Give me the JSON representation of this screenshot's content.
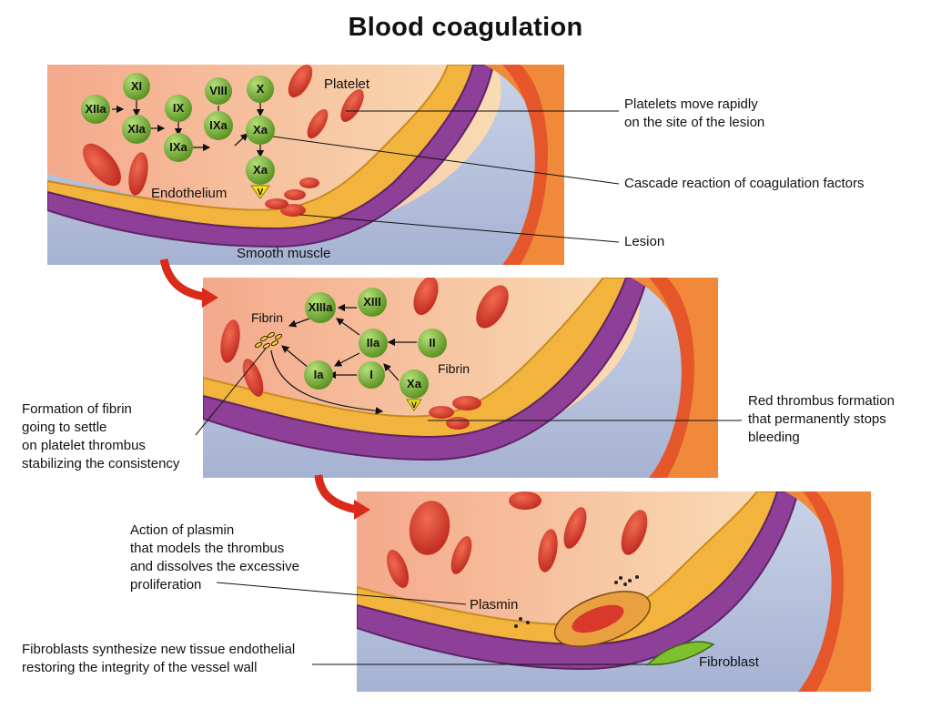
{
  "title": "Blood coagulation",
  "panel1": {
    "factors": [
      "XIIa",
      "XI",
      "XIa",
      "IX",
      "IXa",
      "VIII",
      "IXa",
      "X",
      "Xa",
      "Xa"
    ],
    "cofactor": "V",
    "labels": {
      "platelet": "Platelet",
      "endothelium": "Endothelium",
      "smooth_muscle": "Smooth muscle"
    },
    "callouts": [
      [
        "Platelets move rapidly",
        "on the site of the lesion"
      ],
      [
        "Cascade reaction of coagulation factors"
      ],
      [
        "Lesion"
      ]
    ]
  },
  "panel2": {
    "factors": [
      "XIIIa",
      "XIII",
      "IIa",
      "II",
      "Ia",
      "I",
      "Xa"
    ],
    "cofactor": "V",
    "labels": {
      "fibrin_left": "Fibrin",
      "fibrin_right": "Fibrin"
    },
    "callout_left": [
      "Formation of fibrin",
      "going to settle",
      "on platelet thrombus",
      "stabilizing the consistency"
    ],
    "callout_right": [
      "Red thrombus formation",
      "that permanently stops",
      "bleeding"
    ]
  },
  "panel3": {
    "labels": {
      "plasmin": "Plasmin",
      "fibroblast": "Fibroblast"
    },
    "callout_plasmin": [
      "Action of plasmin",
      "that models the thrombus",
      "and dissolves the excessive",
      "proliferation"
    ],
    "callout_fibroblast": [
      "Fibroblasts synthesize new tissue endothelial",
      "restoring the integrity of the vessel wall"
    ]
  },
  "colors": {
    "blood_plasma": "#f6b88f",
    "red_cell": "#d9382a",
    "endothelium": "#f2b43c",
    "smooth_muscle": "#8e3f98",
    "factor_green": "#6aa524",
    "arrow_red": "#d92a1c",
    "tissue_blue": "#b9c6de"
  }
}
